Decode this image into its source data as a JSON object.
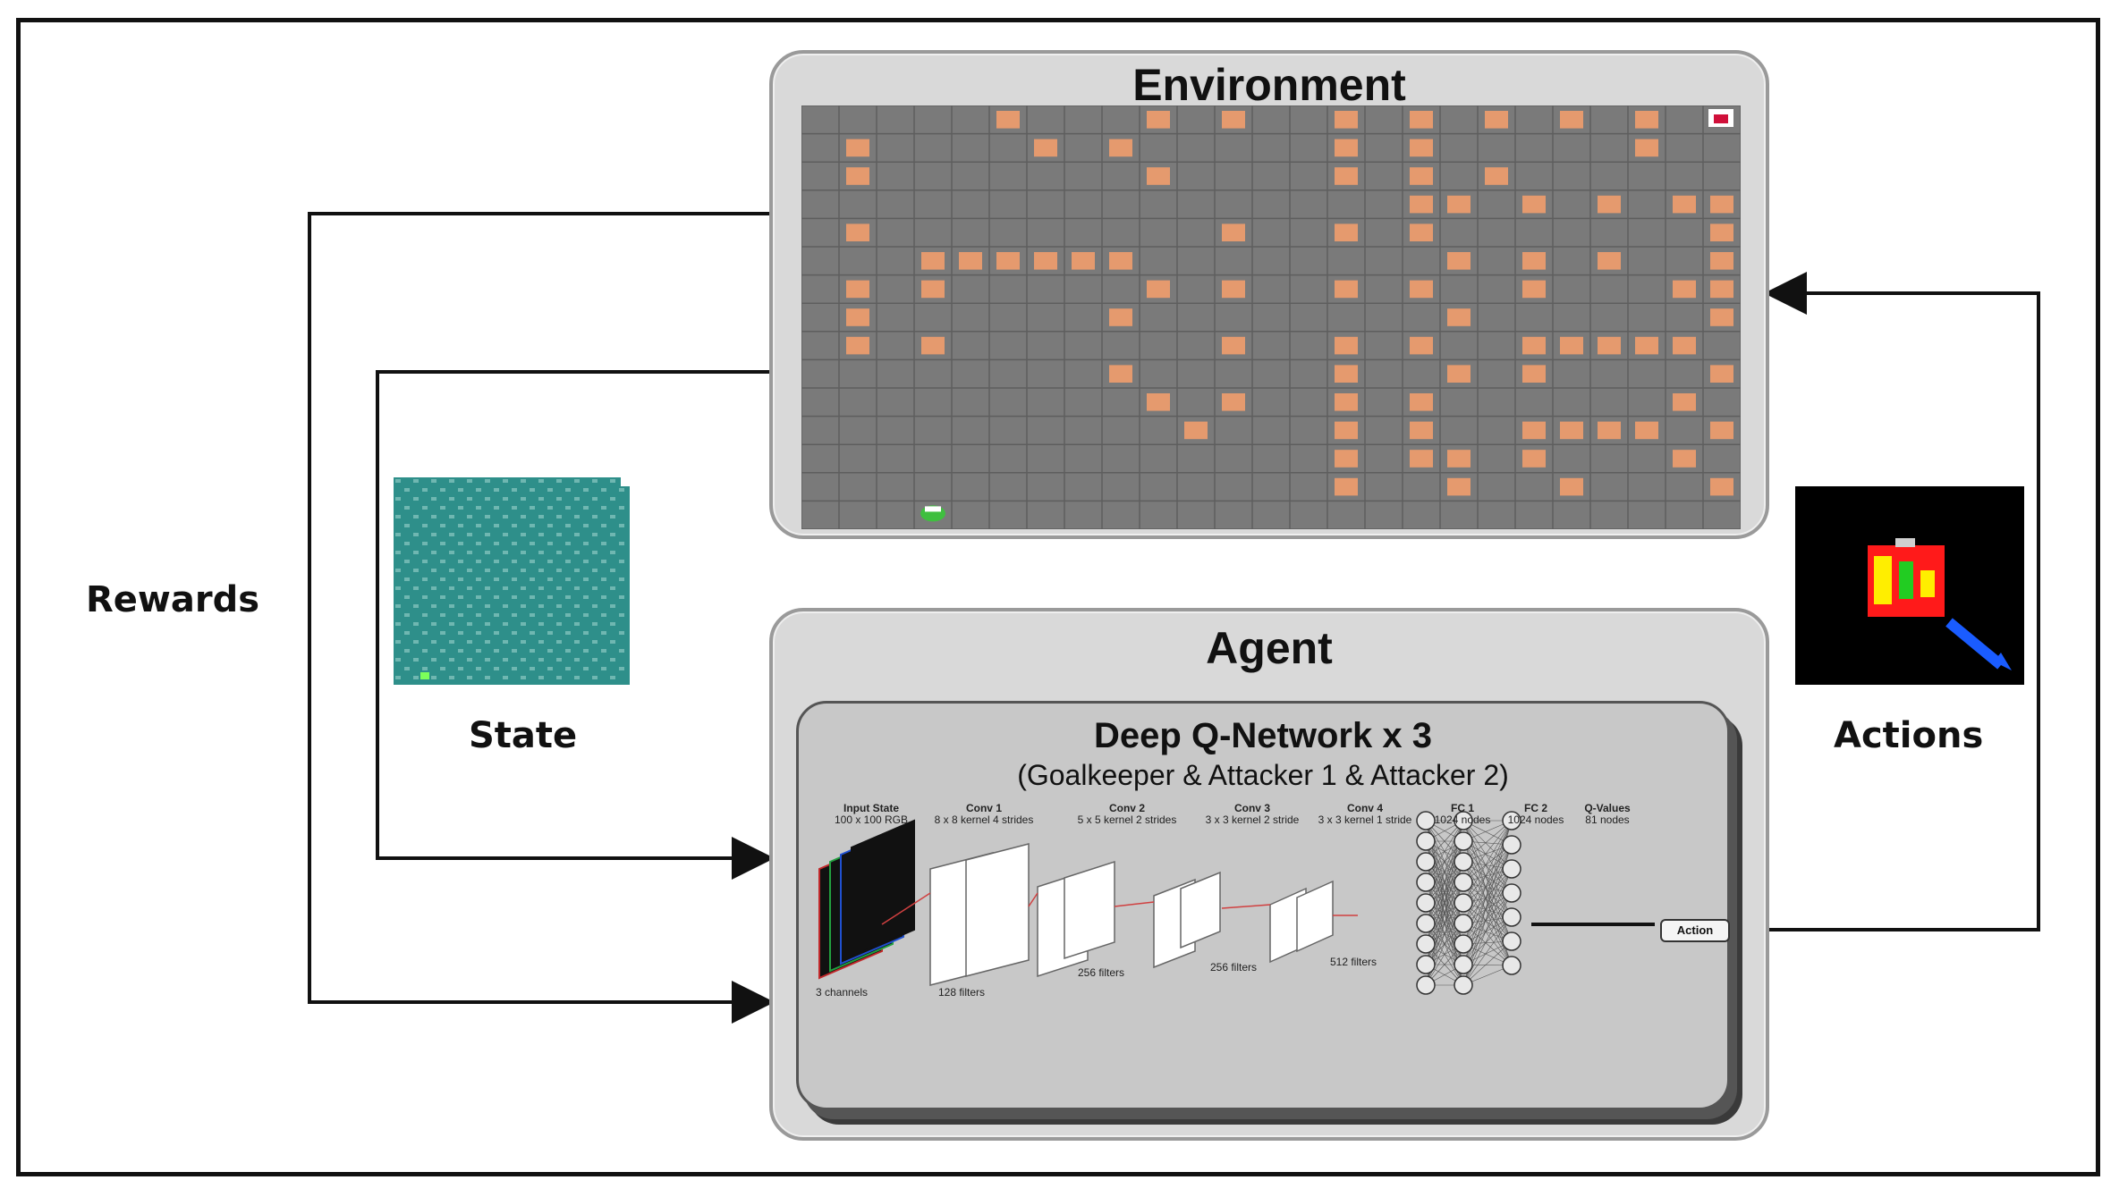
{
  "labels": {
    "environment": "Environment",
    "agent": "Agent",
    "rewards": "Rewards",
    "state": "State",
    "actions": "Actions",
    "dqn_title": "Deep Q-Network x 3",
    "dqn_subtitle": "(Goalkeeper & Attacker 1 & Attacker 2)"
  },
  "network": {
    "layers": [
      {
        "name": "Input State",
        "detail": "100 x 100 RGB"
      },
      {
        "name": "Conv 1",
        "detail": "8 x 8 kernel\n4 strides"
      },
      {
        "name": "Conv 2",
        "detail": "5 x 5 kernel\n2 strides"
      },
      {
        "name": "Conv 3",
        "detail": "3 x 3 kernel\n2 stride"
      },
      {
        "name": "Conv 4",
        "detail": "3 x 3 kernel\n1 stride"
      },
      {
        "name": "FC 1",
        "detail": "1024 nodes"
      },
      {
        "name": "FC 2",
        "detail": "1024 nodes"
      },
      {
        "name": "Q-Values",
        "detail": "81 nodes"
      }
    ],
    "filters": [
      "3 channels",
      "128 filters",
      "256 filters",
      "256 filters",
      "512 filters"
    ],
    "action_label": "Action"
  },
  "colors": {
    "grid_bg": "#7a7a7a",
    "grid_line": "#5e5e5e",
    "obstacle": "#e59a6e",
    "agent_marker": "#3fbf3f",
    "state_bg": "#2e8f8a",
    "actions_bg": "#000000",
    "actions_red": "#ff1a1a",
    "actions_yellow": "#ffee00",
    "actions_green": "#22cc22",
    "actions_blue": "#1a5cff"
  },
  "icons": {
    "environment_corner": "flag-icon",
    "agent_marker": "robot-icon",
    "actions": "arrow-action-icon"
  }
}
